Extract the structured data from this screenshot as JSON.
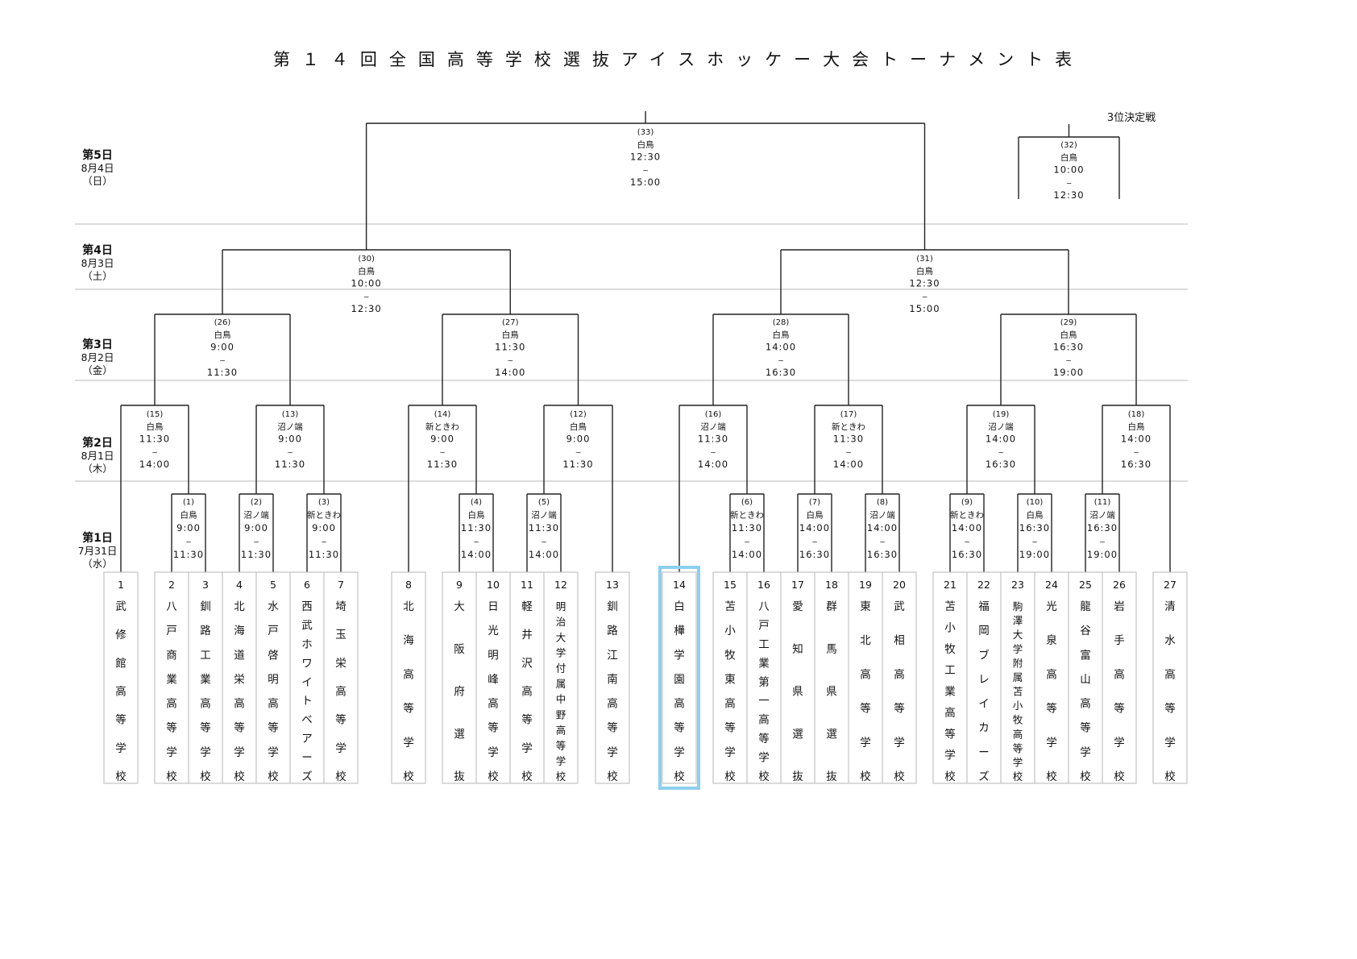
{
  "title": "第１４回全国高等学校選抜アイスホッケー大会トーナメント表",
  "third_place_label": "3位決定戦",
  "tilde": "~",
  "highlight_color": "#8ccfee",
  "days": [
    {
      "label": "第5日",
      "date": "8月4日",
      "dow": "（日）"
    },
    {
      "label": "第4日",
      "date": "8月3日",
      "dow": "（土）"
    },
    {
      "label": "第3日",
      "date": "8月2日",
      "dow": "（金）"
    },
    {
      "label": "第2日",
      "date": "8月1日",
      "dow": "（木）"
    },
    {
      "label": "第1日",
      "date": "7月31日",
      "dow": "（水）"
    }
  ],
  "teams": [
    {
      "no": "1",
      "name": "武修館高等学校"
    },
    {
      "no": "2",
      "name": "八戸商業高等学校"
    },
    {
      "no": "3",
      "name": "釧路工業高等学校"
    },
    {
      "no": "4",
      "name": "北海道栄高等学校"
    },
    {
      "no": "5",
      "name": "水戸啓明高等学校"
    },
    {
      "no": "6",
      "name": "西武ホワイトベアーズ"
    },
    {
      "no": "7",
      "name": "埼玉栄高等学校"
    },
    {
      "no": "8",
      "name": "北海高等学校"
    },
    {
      "no": "9",
      "name": "大阪府選抜"
    },
    {
      "no": "10",
      "name": "日光明峰高等学校"
    },
    {
      "no": "11",
      "name": "軽井沢高等学校"
    },
    {
      "no": "12",
      "name": "明治大学付属中野高等学校"
    },
    {
      "no": "13",
      "name": "釧路江南高等学校"
    },
    {
      "no": "14",
      "name": "白樺学園高等学校",
      "highlighted": true
    },
    {
      "no": "15",
      "name": "苫小牧東高等学校"
    },
    {
      "no": "16",
      "name": "八戸工業第一高等学校"
    },
    {
      "no": "17",
      "name": "愛知県選抜"
    },
    {
      "no": "18",
      "name": "群馬県選抜"
    },
    {
      "no": "19",
      "name": "東北高等学校"
    },
    {
      "no": "20",
      "name": "武相高等学校"
    },
    {
      "no": "21",
      "name": "苫小牧工業高等学校"
    },
    {
      "no": "22",
      "name": "福岡ブレイカーズ"
    },
    {
      "no": "23",
      "name": "駒澤大学附属苫小牧高等学校"
    },
    {
      "no": "24",
      "name": "光泉高等学校"
    },
    {
      "no": "25",
      "name": "龍谷富山高等学校"
    },
    {
      "no": "26",
      "name": "岩手高等学校"
    },
    {
      "no": "27",
      "name": "清水高等学校"
    }
  ],
  "matches": [
    {
      "id": "(1)",
      "venue": "白鳥",
      "start": "9:00",
      "end": "11:30",
      "day": 1,
      "left": "T2",
      "right": "T3"
    },
    {
      "id": "(2)",
      "venue": "沼ノ端",
      "start": "9:00",
      "end": "11:30",
      "day": 1,
      "left": "T4",
      "right": "T5"
    },
    {
      "id": "(3)",
      "venue": "新ときわ",
      "start": "9:00",
      "end": "11:30",
      "day": 1,
      "left": "T6",
      "right": "T7"
    },
    {
      "id": "(4)",
      "venue": "白鳥",
      "start": "11:30",
      "end": "14:00",
      "day": 1,
      "left": "T9",
      "right": "T10"
    },
    {
      "id": "(5)",
      "venue": "沼ノ端",
      "start": "11:30",
      "end": "14:00",
      "day": 1,
      "left": "T11",
      "right": "T12"
    },
    {
      "id": "(6)",
      "venue": "新ときわ",
      "start": "11:30",
      "end": "14:00",
      "day": 1,
      "left": "T15",
      "right": "T16"
    },
    {
      "id": "(7)",
      "venue": "白鳥",
      "start": "14:00",
      "end": "16:30",
      "day": 1,
      "left": "T17",
      "right": "T18"
    },
    {
      "id": "(8)",
      "venue": "沼ノ端",
      "start": "14:00",
      "end": "16:30",
      "day": 1,
      "left": "T19",
      "right": "T20"
    },
    {
      "id": "(9)",
      "venue": "新ときわ",
      "start": "14:00",
      "end": "16:30",
      "day": 1,
      "left": "T21",
      "right": "T22"
    },
    {
      "id": "(10)",
      "venue": "白鳥",
      "start": "16:30",
      "end": "19:00",
      "day": 1,
      "left": "T23",
      "right": "T24"
    },
    {
      "id": "(11)",
      "venue": "沼ノ端",
      "start": "16:30",
      "end": "19:00",
      "day": 1,
      "left": "T25",
      "right": "T26"
    },
    {
      "id": "(15)",
      "venue": "白鳥",
      "start": "11:30",
      "end": "14:00",
      "day": 2,
      "left": "T1",
      "right": "M(1)"
    },
    {
      "id": "(13)",
      "venue": "沼ノ端",
      "start": "9:00",
      "end": "11:30",
      "day": 2,
      "left": "M(2)",
      "right": "M(3)"
    },
    {
      "id": "(14)",
      "venue": "新ときわ",
      "start": "9:00",
      "end": "11:30",
      "day": 2,
      "left": "T8",
      "right": "M(4)"
    },
    {
      "id": "(12)",
      "venue": "白鳥",
      "start": "9:00",
      "end": "11:30",
      "day": 2,
      "left": "M(5)",
      "right": "T13"
    },
    {
      "id": "(16)",
      "venue": "沼ノ端",
      "start": "11:30",
      "end": "14:00",
      "day": 2,
      "left": "T14",
      "right": "M(6)"
    },
    {
      "id": "(17)",
      "venue": "新ときわ",
      "start": "11:30",
      "end": "14:00",
      "day": 2,
      "left": "M(7)",
      "right": "M(8)"
    },
    {
      "id": "(19)",
      "venue": "沼ノ端",
      "start": "14:00",
      "end": "16:30",
      "day": 2,
      "left": "M(9)",
      "right": "M(10)"
    },
    {
      "id": "(18)",
      "venue": "白鳥",
      "start": "14:00",
      "end": "16:30",
      "day": 2,
      "left": "M(11)",
      "right": "T27"
    },
    {
      "id": "(26)",
      "venue": "白鳥",
      "start": "9:00",
      "end": "11:30",
      "day": 3,
      "left": "M(15)",
      "right": "M(13)"
    },
    {
      "id": "(27)",
      "venue": "白鳥",
      "start": "11:30",
      "end": "14:00",
      "day": 3,
      "left": "M(14)",
      "right": "M(12)"
    },
    {
      "id": "(28)",
      "venue": "白鳥",
      "start": "14:00",
      "end": "16:30",
      "day": 3,
      "left": "M(16)",
      "right": "M(17)"
    },
    {
      "id": "(29)",
      "venue": "白鳥",
      "start": "16:30",
      "end": "19:00",
      "day": 3,
      "left": "M(19)",
      "right": "M(18)"
    },
    {
      "id": "(30)",
      "venue": "白鳥",
      "start": "10:00",
      "end": "12:30",
      "day": 4,
      "left": "M(26)",
      "right": "M(27)"
    },
    {
      "id": "(31)",
      "venue": "白鳥",
      "start": "12:30",
      "end": "15:00",
      "day": 4,
      "left": "M(28)",
      "right": "M(29)"
    },
    {
      "id": "(33)",
      "venue": "白鳥",
      "start": "12:30",
      "end": "15:00",
      "day": 5,
      "left": "M(30)",
      "right": "M(31)",
      "final": true
    }
  ],
  "third_place_match": {
    "id": "(32)",
    "venue": "白鳥",
    "start": "10:00",
    "end": "12:30",
    "day": 5
  }
}
